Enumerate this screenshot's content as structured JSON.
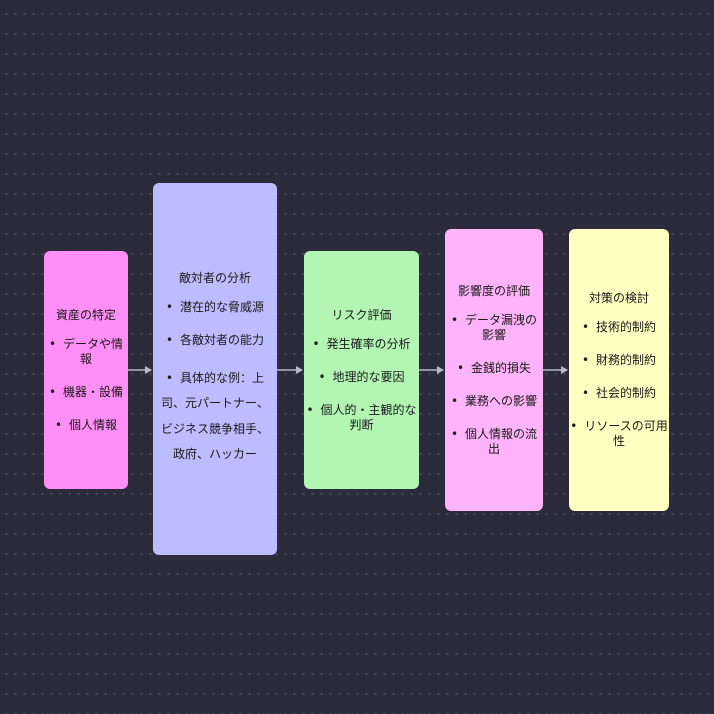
{
  "colors": {
    "background": "#2b2b3b",
    "edge": "#b8b8c8",
    "asset": "#ff8ff7",
    "threat": "#bcbcff",
    "risk": "#b3f5b3",
    "impact": "#ffb3fa",
    "measure": "#ffffc2"
  },
  "nodes": {
    "asset": {
      "title": "資産の特定",
      "items": [
        "データや情報",
        "機器・設備",
        "個人情報"
      ]
    },
    "threat": {
      "title": "敵対者の分析",
      "items": [
        "潜在的な脅威源",
        "各敵対者の能力"
      ],
      "example": "具体的な例：上司、元パートナー、ビジネス競争相手、政府、ハッカー"
    },
    "risk": {
      "title": "リスク評価",
      "items": [
        "発生確率の分析",
        "地理的な要因",
        "個人的・主観的な判断"
      ]
    },
    "impact": {
      "title": "影響度の評価",
      "items": [
        "データ漏洩の影響",
        "金銭的損失",
        "業務への影響",
        "個人情報の流出"
      ]
    },
    "measure": {
      "title": "対策の検討",
      "items": [
        "技術的制約",
        "財務的制約",
        "社会的制約",
        "リソースの可用性"
      ]
    }
  }
}
